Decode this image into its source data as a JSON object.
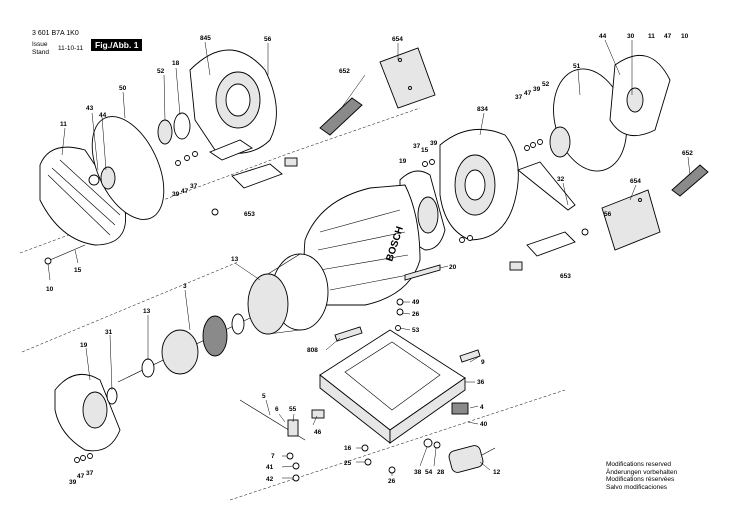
{
  "header": {
    "doc_number": "3 601 B7A 1K0",
    "issue_label": "Issue",
    "stand_label": "Stand",
    "issue_date": "11-10-11",
    "figure_label": "Fig./Abb. 1"
  },
  "brand_text": "BOSCH",
  "callouts": {
    "c845": "845",
    "c56a": "56",
    "c18": "18",
    "c52a": "52",
    "c50": "50",
    "c43": "43",
    "c44a": "44",
    "c11a": "11",
    "c39a": "39",
    "c47a": "47",
    "c37a": "37",
    "c653a": "653",
    "c15": "15",
    "c10a": "10",
    "c654a": "654",
    "c652a": "652",
    "c834": "834",
    "c37b": "37",
    "c15b": "15",
    "c39b": "39",
    "c19a": "19",
    "c44b": "44",
    "c30": "30",
    "c11b": "11",
    "c47b": "47",
    "c10b": "10",
    "c51": "51",
    "c37c": "37",
    "c47c": "47",
    "c39c": "39",
    "c52b": "52",
    "c652b": "652",
    "c654b": "654",
    "c56b": "56",
    "c32": "32",
    "c653b": "653",
    "c20": "20",
    "c13a": "13",
    "c3": "3",
    "c13b": "13",
    "c31": "31",
    "c19b": "19",
    "c49": "49",
    "c26a": "26",
    "c53": "53",
    "c808": "808",
    "c9": "9",
    "c36": "36",
    "c4": "4",
    "c40": "40",
    "c5": "5",
    "c6": "6",
    "c55": "55",
    "c46": "46",
    "c7": "7",
    "c41": "41",
    "c42": "42",
    "c16": "16",
    "c25": "25",
    "c26b": "26",
    "c38": "38",
    "c54": "54",
    "c28": "28",
    "c12": "12",
    "c39d": "39",
    "c47d": "47",
    "c37d": "37"
  },
  "notes": [
    "Modifications reserved",
    "Änderungen vorbehalten",
    "Modifications réservées",
    "Salvo modificaciones"
  ]
}
